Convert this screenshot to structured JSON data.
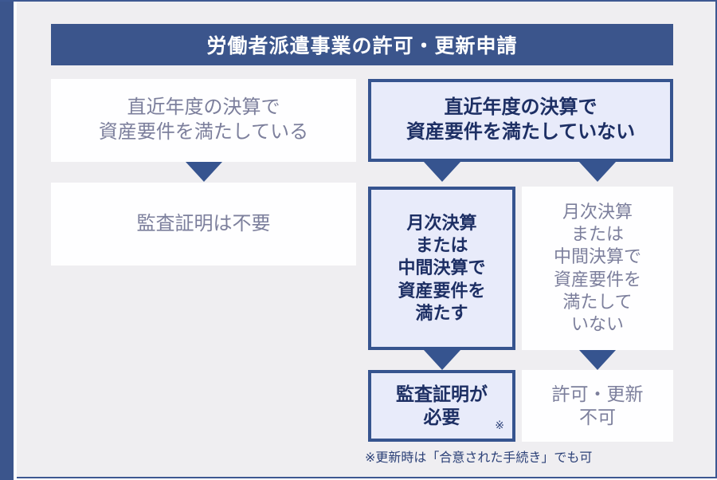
{
  "frame": {
    "accent_color": "#3b558c",
    "background_color": "#efeef1",
    "border_color": "#3d5892"
  },
  "title": {
    "text": "労働者派遣事業の許可・更新申請",
    "background_color": "#3b558c",
    "text_color": "#ffffff"
  },
  "colors": {
    "highlight_fill": "#e8ebfa",
    "highlight_border": "#36548f",
    "highlight_text": "#1d2f64",
    "plain_fill": "#fefeff",
    "plain_text": "#7c7f9c",
    "arrow": "#36548f",
    "footnote_text": "#2c4178"
  },
  "nodes": {
    "left_meets": {
      "text": "直近年度の決算で\n資産要件を満たしている",
      "style": "plain"
    },
    "left_no_audit": {
      "text": "監査証明は不要",
      "style": "plain"
    },
    "right_not_meets": {
      "text": "直近年度の決算で\n資産要件を満たしていない",
      "style": "highlight"
    },
    "mid_monthly_meets": {
      "text": "月次決算\nまたは\n中間決算で\n資産要件を\n満たす",
      "style": "highlight"
    },
    "right_monthly_not_meets": {
      "text": "月次決算\nまたは\n中間決算で\n資産要件を\n満たして\nいない",
      "style": "plain"
    },
    "mid_audit_required": {
      "text": "監査証明が\n必要",
      "reference_mark": "※",
      "style": "highlight"
    },
    "right_not_allowed": {
      "text": "許可・更新\n不可",
      "style": "plain"
    }
  },
  "footnote": {
    "text": "※更新時は「合意された手続き」でも可"
  },
  "arrows": [
    {
      "name": "left-meets-to-no-audit",
      "direction": "down"
    },
    {
      "name": "not-meets-to-monthly-meets",
      "direction": "down"
    },
    {
      "name": "not-meets-to-monthly-not-meets",
      "direction": "down"
    },
    {
      "name": "monthly-meets-to-audit-required",
      "direction": "down"
    },
    {
      "name": "monthly-not-meets-to-not-allowed",
      "direction": "down"
    }
  ]
}
